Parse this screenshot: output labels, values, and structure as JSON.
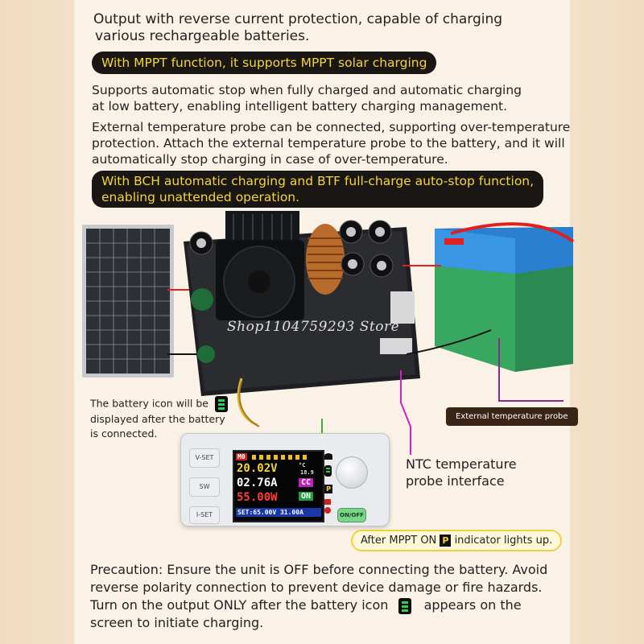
{
  "header": {
    "line1": "Output with reverse current protection, capable of charging",
    "line2": "various rechargeable batteries.",
    "mppt_pill": "With MPPT function, it supports MPPT solar charging"
  },
  "paragraphs": {
    "auto_stop_1": "Supports automatic stop when fully charged and automatic charging",
    "auto_stop_2": "at low battery, enabling intelligent battery charging management.",
    "probe_1": "External temperature probe can be connected, supporting over-temperature",
    "probe_2": "protection. Attach the external temperature probe to the battery, and it will",
    "probe_3": "automatically stop charging in case of over-temperature.",
    "bch_1": "With BCH automatic charging and BTF full-charge auto-stop function,",
    "bch_2": "enabling unattended operation."
  },
  "annotations": {
    "battery_note_1": "The battery icon will be",
    "battery_note_2": "displayed after the battery",
    "battery_note_3": "is connected.",
    "probe_tag": "External temperature probe",
    "ntc_1": "NTC temperature",
    "ntc_2": "probe interface",
    "mppt_on_before": "After MPPT ON",
    "mppt_on_icon": "P",
    "mppt_on_after": "indicator lights up.",
    "watermark": "Shop1104759293 Store"
  },
  "device": {
    "btn_vset": "V-SET",
    "btn_sw": "SW",
    "btn_iset": "I-SET",
    "btn_onoff": "ON/OFF",
    "screen": {
      "mode": "M0",
      "voltage": "20.02V",
      "current": "02.76A",
      "power": "55.00W",
      "temp_value": "18.9",
      "temp_unit": "°C",
      "mode_cc": "CC",
      "state_on": "ON",
      "mppt_icon": "P",
      "set_line": "SET:65.00V 31.00A"
    }
  },
  "precaution": {
    "line1": "Precaution: Ensure the unit is OFF before connecting the battery. Avoid",
    "line2": "reverse polarity connection to prevent device damage or fire hazards.",
    "line3_before": "Turn on the output ONLY after the battery icon",
    "line3_after": "appears on the",
    "line4": "screen to initiate charging."
  },
  "colors": {
    "pill_bg": "#191613",
    "pill_text": "#f5d63a",
    "screen_voltage": "#f5d63a",
    "screen_current": "#ffffff",
    "screen_power": "#ff3c3c",
    "screen_cc": "#c020c0",
    "screen_on": "#20a040",
    "wire_magenta": "#d020c8",
    "wire_green": "#3bb03b"
  },
  "icons": [
    "battery-icon",
    "mppt-p-icon",
    "wifi-icon",
    "lock-icon",
    "thermometer-icon",
    "fan-icon",
    "solar-panel-icon",
    "sun-icon"
  ]
}
